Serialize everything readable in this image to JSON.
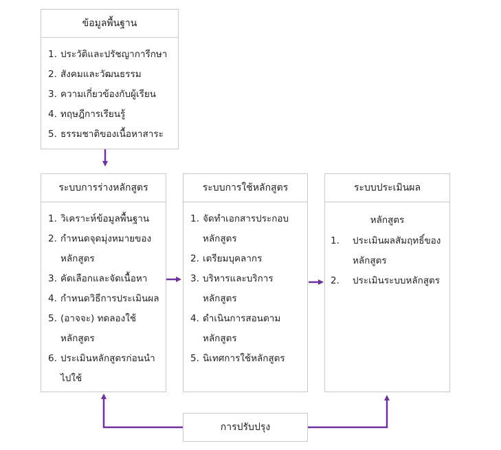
{
  "basic_info": {
    "title": "ข้อมูลพื้นฐาน",
    "items": [
      {
        "num": "1.",
        "text": "ประวัติและปรัชญาการีกษา"
      },
      {
        "num": "2.",
        "text": "สังคมและวัฒนธรรม"
      },
      {
        "num": "3.",
        "text": "ความเกี่ยวข้องกับผู้เรียน"
      },
      {
        "num": "4.",
        "text": "ทฤษฎีการเรียนรู้"
      },
      {
        "num": "5.",
        "text": "ธรรมชาติของเนื้อหาสาระ"
      }
    ]
  },
  "design": {
    "title": "ระบบการร่างหลักสูตร",
    "items": [
      {
        "num": "1.",
        "text": "วิเคราะห์ข้อมูลพื้นฐาน"
      },
      {
        "num": "2.",
        "text": "กำหนดจุดมุ่งหมายของหลักสูตร"
      },
      {
        "num": "3.",
        "text": "คัดเลือกและจัดเนื้อหา"
      },
      {
        "num": "4.",
        "text": "กำหนดวิธีการประเมินผล"
      },
      {
        "num": "5.",
        "text": "(อาจจะ) ทดลองใช้หลักสูตร"
      },
      {
        "num": "6.",
        "text": "ประเมินหลักสูตรก่อนนำไปใช้"
      }
    ]
  },
  "implementation": {
    "title": "ระบบการใช้หลักสูตร",
    "items": [
      {
        "num": "1.",
        "text": "จัดทำเอกสารประกอบหลักสูตร"
      },
      {
        "num": "2.",
        "text": "เตรียมบุคลากร"
      },
      {
        "num": "3.",
        "text": "บริหารและบริการหลักสูตร"
      },
      {
        "num": "4.",
        "text": "ดำเนินการสอนตามหลักสูตร"
      },
      {
        "num": "5.",
        "text": "นิเทศการใช้หลักสูตร"
      }
    ]
  },
  "evaluation": {
    "title": "ระบบประเมินผล",
    "subtitle": "หลักสูตร",
    "items": [
      {
        "num": "1.",
        "text": "ประเมินผลสัมฤทธิ์ของหลักสูตร"
      },
      {
        "num": "2.",
        "text": "ประเมินระบบหลักสูตร"
      }
    ]
  },
  "improvement": {
    "title": "การปรับปรุง"
  },
  "colors": {
    "arrow": "#7030a0",
    "border": "#c8c8c8"
  }
}
